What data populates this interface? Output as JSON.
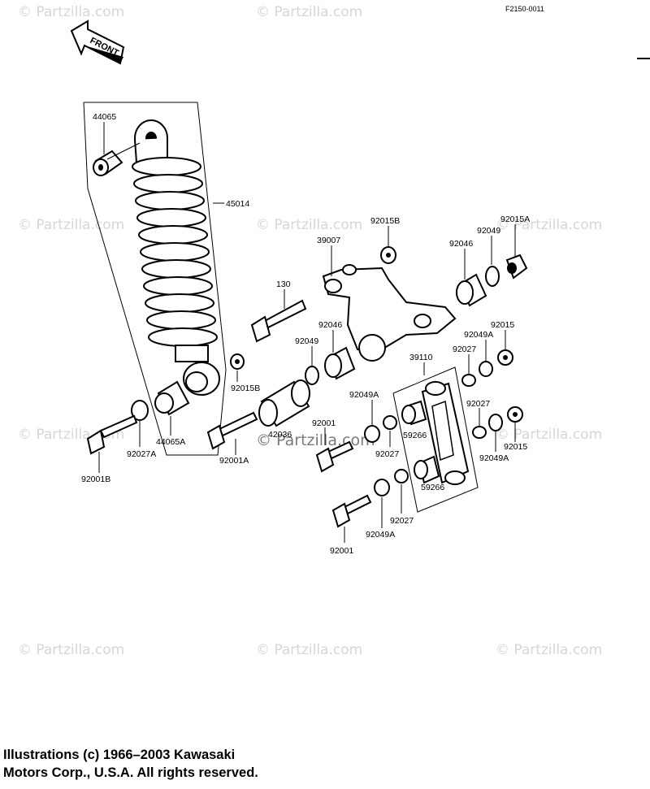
{
  "figure_code": "F2150-0011",
  "front_arrow_label": "FRONT",
  "watermark_text": "© Partzilla.com",
  "copyright_lines": [
    "Illustrations (c) 1966–2003 Kawasaki",
    "Motors Corp., U.S.A.  All rights reserved."
  ],
  "parts": {
    "p44065": "44065",
    "p45014": "45014",
    "p92015B_top": "92015B",
    "p39007": "39007",
    "p92046_top": "92046",
    "p92049_top": "92049",
    "p92015A": "92015A",
    "p130": "130",
    "p92046_mid": "92046",
    "p92049_mid": "92049",
    "p92049A_r1": "92049A",
    "p92015_r1": "92015",
    "p92027_r1": "92027",
    "p39110": "39110",
    "p92015B_bot": "92015B",
    "p92049A_c1": "92049A",
    "p92027_r2": "92027",
    "p59266_a": "59266",
    "p92027_c1": "92027",
    "p92015_r2": "92015",
    "p92049A_r2": "92049A",
    "p44065A": "44065A",
    "p92001A": "92001A",
    "p42036": "42036",
    "p92001_mid": "92001",
    "p92027A": "92027A",
    "p92001B": "92001B",
    "p59266_b": "59266",
    "p92027_c2": "92027",
    "p92049A_c2": "92049A",
    "p92001_bot": "92001"
  }
}
